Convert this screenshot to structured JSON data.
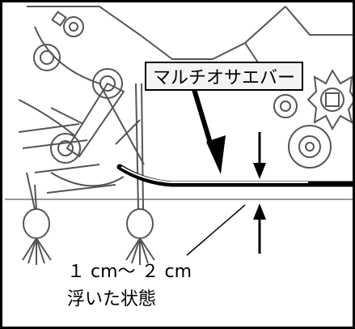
{
  "callout_label": "マルチオサエバー",
  "note": {
    "gap": "１ cm～ ２ cm",
    "state": "浮いた状態"
  },
  "colors": {
    "line": "#000000",
    "machine_gray": "#555555",
    "label_bg": "#f4f4f4"
  }
}
